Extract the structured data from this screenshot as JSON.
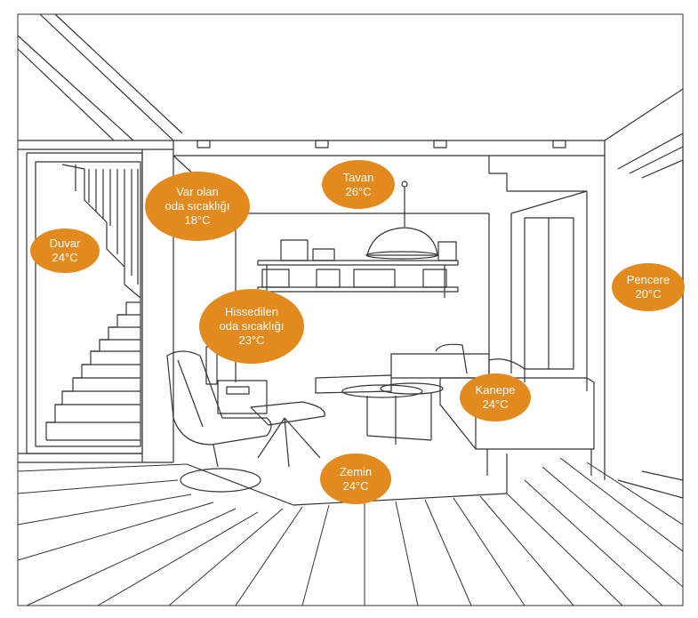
{
  "accent_color": "#e38a1e",
  "line_color": "#333333",
  "labels": {
    "duvar": {
      "name": "Duvar",
      "temp": "24°C"
    },
    "var_olan": {
      "line1": "Var olan",
      "line2": "oda sıcaklığı",
      "temp": "18°C"
    },
    "tavan": {
      "name": "Tavan",
      "temp": "26°C"
    },
    "hissedilen": {
      "line1": "Hissedilen",
      "line2": "oda sıcaklığı",
      "temp": "23°C"
    },
    "pencere": {
      "name": "Pencere",
      "temp": "20°C"
    },
    "kanepe": {
      "name": "Kanepe",
      "temp": "24°C"
    },
    "zemin": {
      "name": "Zemin",
      "temp": "24°C"
    }
  }
}
